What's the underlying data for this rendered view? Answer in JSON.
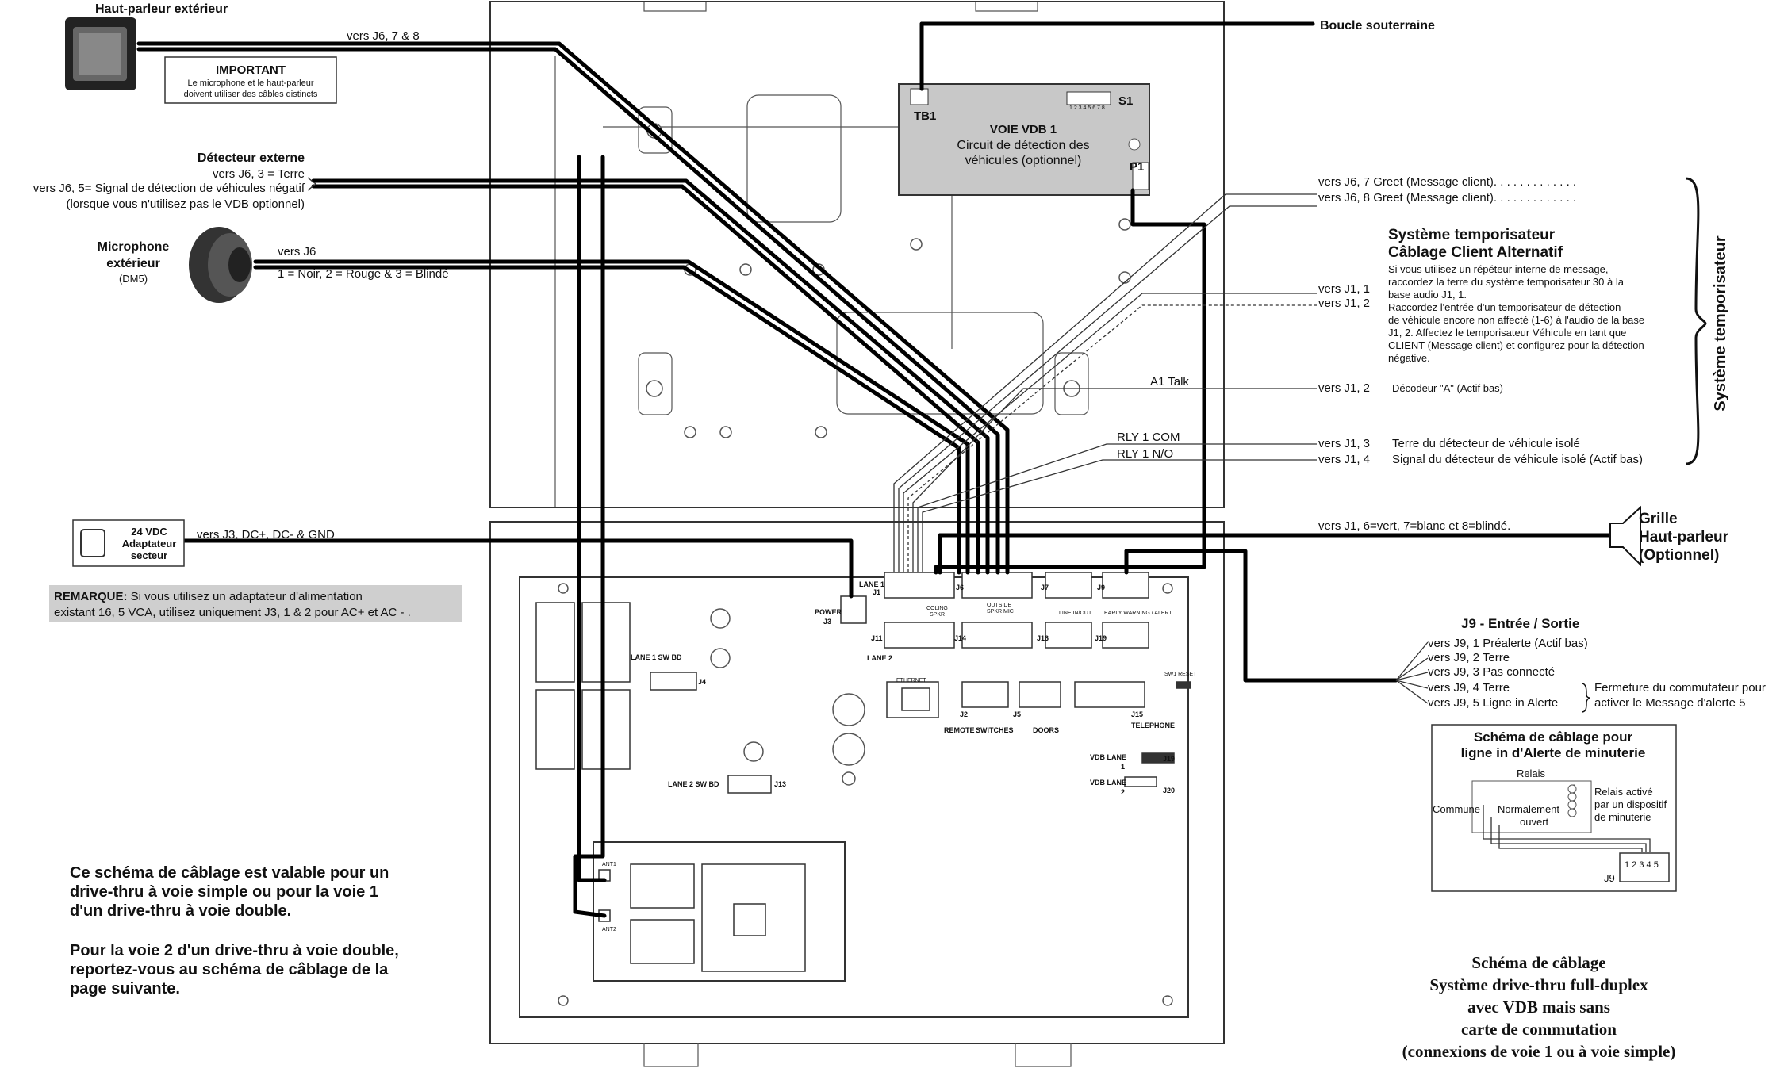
{
  "labels": {
    "outdoor_speaker": "Haut-parleur extérieur",
    "to_j6_78": "vers J6,  7 & 8",
    "important_title": "IMPORTANT",
    "important_l1": "Le microphone et le haut-parleur",
    "important_l2": "doivent utiliser des câbles distincts",
    "ext_detector_title": "Détecteur externe",
    "ext_detector_l1": "vers J6, 3 = Terre",
    "ext_detector_l2": "vers J6, 5= Signal de détection de véhicules négatif",
    "ext_detector_l3": "(lorsque vous n'utilisez pas le VDB optionnel)",
    "mic_title1": "Microphone",
    "mic_title2": "extérieur",
    "mic_model": "(DM5)",
    "to_j6": "vers J6",
    "mic_pins": "1 = Noir, 2 = Rouge & 3 = Blindé",
    "underground_loop": "Boucle souterraine",
    "tb1": "TB1",
    "s1": "S1",
    "p1": "P1",
    "dip_numbers": "1 2 3 4 5 6 7 8",
    "vdb_title": "VOIE VDB 1",
    "vdb_l1": "Circuit de détection des",
    "vdb_l2": "véhicules (optionnel)",
    "a1_talk": "A1 Talk",
    "rly1_com": "RLY 1 COM",
    "rly1_no": "RLY 1 N/O",
    "adapter_l1": "24 VDC",
    "adapter_l2": "Adaptateur",
    "adapter_l3": "secteur",
    "to_j3": "vers J3, DC+, DC- & GND",
    "remark_bold": "REMARQUE:",
    "remark_l1": " Si vous utilisez un adaptateur d'alimentation",
    "remark_l2": "existant 16, 5 VCA, utilisez uniquement J3, 1 & 2 pour AC+ et AC - .",
    "lane1": "LANE 1",
    "j1": "J1",
    "power": "POWER",
    "j3": "J3",
    "lane2": "LANE 2",
    "j11": "J11",
    "j6": "J6",
    "j14": "J14",
    "j7": "J7",
    "j16": "J16",
    "j9": "J9",
    "j19": "J19",
    "coling": "COLING",
    "spkr": "SPKR",
    "outside": "OUTSIDE",
    "spkr_mic": "SPKR MIC",
    "line_in_out": "LINE IN/OUT",
    "early_warning": "EARLY WARNING / ALERT",
    "lane1_sw_bd": "LANE 1 SW BD",
    "j4": "J4",
    "ethernet": "ETHERNET",
    "j2": "J2",
    "j5": "J5",
    "j15": "J15",
    "sw1_reset": "SW1 RESET",
    "remote": "REMOTE",
    "switches": "SWITCHES",
    "doors": "DOORS",
    "telephone": "TELEPHONE",
    "vdb_lane1": "VDB LANE",
    "vdb_lane1_n": "1",
    "j19b": "J19",
    "vdb_lane2": "VDB LANE",
    "vdb_lane2_n": "2",
    "j20": "J20",
    "lane2_sw_bd": "LANE 2 SW BD",
    "j13": "J13",
    "ant1": "ANT1",
    "ant2": "ANT2",
    "desc_l1": "Ce schéma de câblage est valable pour un",
    "desc_l2": "drive-thru à voie simple ou pour la voie 1",
    "desc_l3": "d'un drive-thru à voie double.",
    "desc_l4": "Pour la voie 2 d'un drive-thru à voie double,",
    "desc_l5": "reportez-vous au schéma de câblage de la",
    "desc_l6": "page suivante.",
    "greet1": "vers J6, 7   Greet (Message client). . . . . . . . . . . . .",
    "greet2": "vers J6, 8   Greet (Message client). . . . . . . . . . . . .",
    "timer_title1": "Système temporisateur",
    "timer_title2": "Câblage Client Alternatif",
    "timer_p1": "Si vous utilisez un répéteur interne de message,",
    "timer_p2": "raccordez la terre du système temporisateur 30 à la",
    "timer_p3": "base audio J1, 1.",
    "timer_p4": "Raccordez l'entrée d'un temporisateur de détection",
    "timer_p5": "de véhicule encore non affecté (1-6) à l'audio de la base",
    "timer_p6": "J1, 2. Affectez le temporisateur Véhicule en tant que",
    "timer_p7": "CLIENT (Message client) et configurez pour la détection",
    "timer_p8": "négative.",
    "to_j1_1": "vers J1,  1",
    "to_j1_2": "vers J1,  2",
    "to_j1_2b": "vers J1,  2",
    "decoder_a": "Décodeur \"A\" (Actif bas)",
    "to_j1_3": "vers J1,  3",
    "ground_iso": "Terre du détecteur de véhicule isolé",
    "to_j1_4": "vers J1,  4",
    "signal_iso": "Signal du détecteur de véhicule isolé (Actif bas)",
    "timer_system_vertical": "Système temporisateur",
    "j1_speaker": "vers J1, 6=vert, 7=blanc et 8=blindé.",
    "grille1": "Grille",
    "grille2": "Haut-parleur",
    "grille3": "(Optionnel)",
    "j9_title": "J9 - Entrée / Sortie",
    "j9_1": "vers J9,  1  Préalerte (Actif bas)",
    "j9_2": "vers J9,  2  Terre",
    "j9_3": "vers J9,  3  Pas connecté",
    "j9_4": "vers J9,  4  Terre",
    "j9_5": "vers J9,  5  Ligne in Alerte",
    "switch_close1": "Fermeture du commutateur pour",
    "switch_close2": "activer le Message d'alerte 5",
    "alert_title1": "Schéma de câblage pour",
    "alert_title2": "ligne in d'Alerte de minuterie",
    "relay": "Relais",
    "common": "Commune",
    "normally_open1": "Normalement",
    "normally_open2": "ouvert",
    "relay_act1": "Relais activé",
    "relay_act2": "par un dispositif",
    "relay_act3": "de minuterie",
    "j9_pins": "1 2 3 4 5",
    "j9_label": "J9",
    "caption1": "Schéma de câblage",
    "caption2": "Système drive-thru full-duplex",
    "caption3": "avec VDB mais sans",
    "caption4": "carte de commutation",
    "caption5": "(connexions de voie 1 ou à voie simple)"
  }
}
